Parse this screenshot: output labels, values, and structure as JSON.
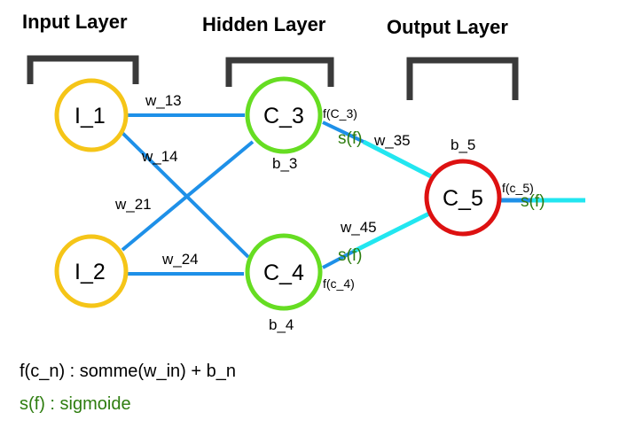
{
  "layers": {
    "input_title": "Input Layer",
    "hidden_title": "Hidden Layer",
    "output_title": "Output Layer"
  },
  "nodes": {
    "i1": "I_1",
    "i2": "I_2",
    "c3": "C_3",
    "c4": "C_4",
    "c5": "C_5"
  },
  "weights": {
    "w13": "w_13",
    "w14": "w_14",
    "w21": "w_21",
    "w24": "w_24",
    "w35": "w_35",
    "w45": "w_45"
  },
  "biases": {
    "b3": "b_3",
    "b4": "b_4",
    "b5": "b_5"
  },
  "functions": {
    "f_c3": "f(C_3)",
    "f_c4": "f(c_4)",
    "f_c5": "f(c_5)",
    "s_f": "s(f)"
  },
  "legend": {
    "formula": "f(c_n) : somme(w_in) + b_n",
    "sigmoid": "s(f) : sigmoide"
  },
  "colors": {
    "input_node": "#f5c518",
    "hidden_node": "#66dd22",
    "output_node": "#dd1111",
    "hidden_edge": "#1e90e8",
    "output_edge": "#22e6f0",
    "bracket": "#3a3a3a",
    "green_text": "#2e7d0f"
  }
}
